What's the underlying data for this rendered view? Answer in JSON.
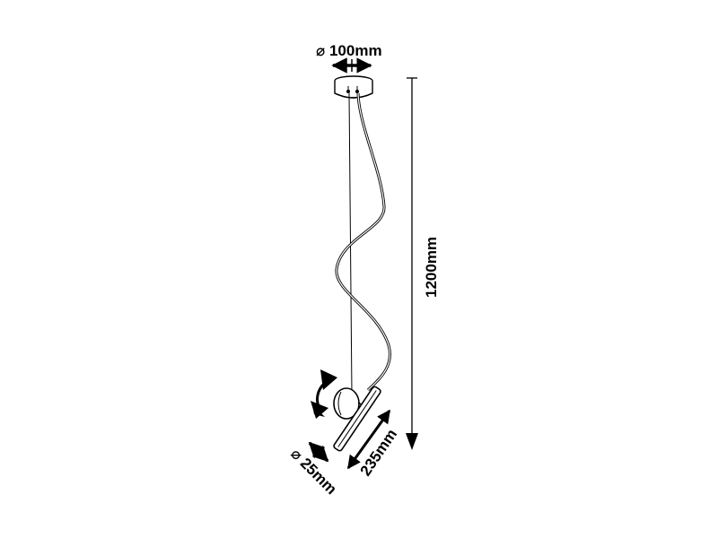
{
  "dimensions": {
    "canopy_diameter": "⌀ 100mm",
    "total_height": "1200mm",
    "tube_diameter": "⌀ 25mm",
    "tube_length": "235mm"
  },
  "colors": {
    "line": "#000000",
    "background": "#ffffff"
  },
  "icons": [
    "rotation-arrow-icon",
    "double-arrow-icon"
  ]
}
